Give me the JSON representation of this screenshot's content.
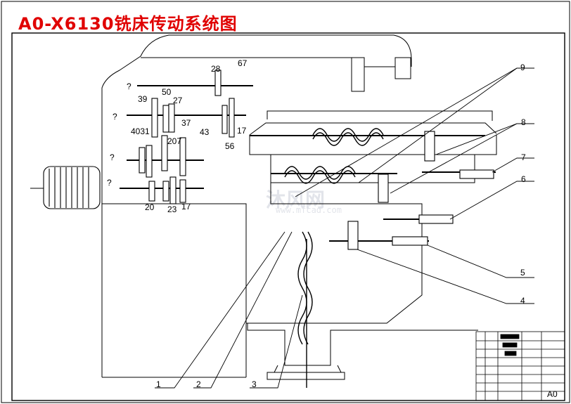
{
  "title": "A0-X6130铣床传动系统图",
  "watermark": {
    "brand": "沐风网",
    "url": "www.mfcad.com"
  },
  "colors": {
    "title": "#e00000",
    "frame": "#000000",
    "line": "#1a1a1a",
    "watermark": "#e2e4ea"
  },
  "gear_labels": [
    "28",
    "67",
    "50",
    "39",
    "27",
    "37",
    "43",
    "4031",
    "207",
    "17",
    "56",
    "20",
    "23",
    "17"
  ],
  "question_marks": [
    "?",
    "?",
    "?",
    "?"
  ],
  "callouts": [
    "9",
    "8",
    "7",
    "6",
    "5",
    "4",
    "1",
    "2",
    "3"
  ],
  "title_block_mark": "A0"
}
